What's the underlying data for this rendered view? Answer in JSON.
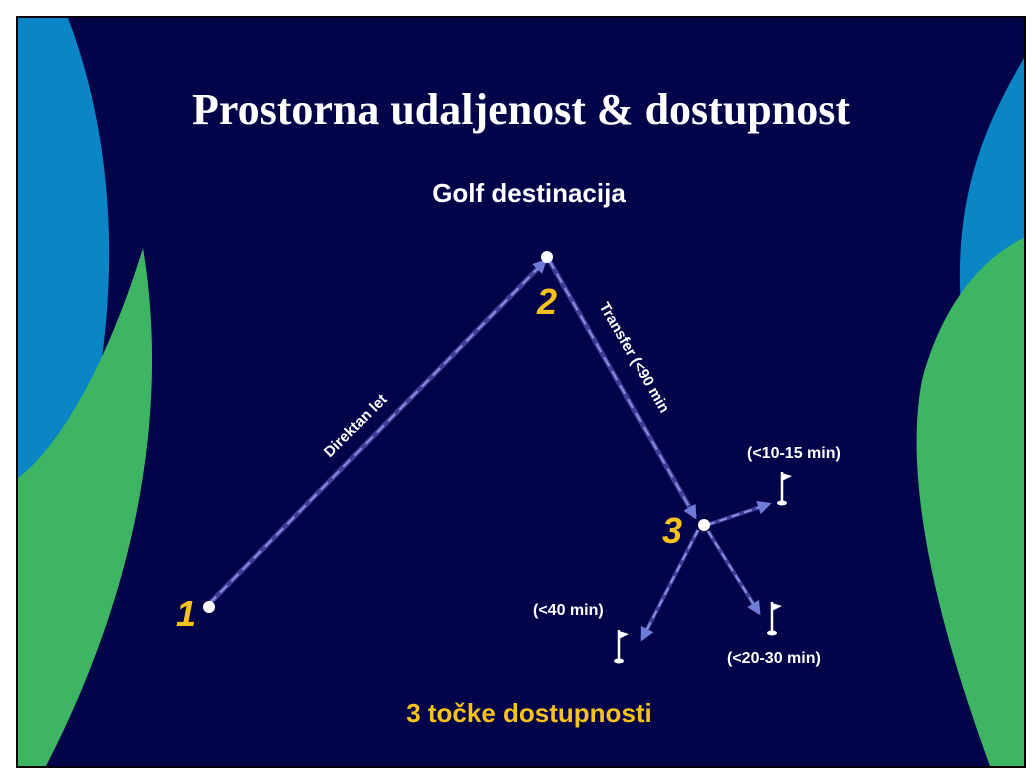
{
  "title": "Prostorna udaljenost & dostupnost",
  "subtitle": "Golf destinacija",
  "footer": "3 točke dostupnosti",
  "points": {
    "p1": "1",
    "p2": "2",
    "p3": "3"
  },
  "routes": {
    "flight": "Direktan let",
    "transfer": "Transfer (<90 min"
  },
  "destinations": {
    "near": "(<10-15 min)",
    "left": "(<40 min)",
    "right": "(<20-30 min)"
  },
  "colors": {
    "background": "#03034a",
    "title": "#ffffff",
    "accent_yellow": "#f7c21b",
    "crescent_blue": "#0a86c6",
    "crescent_green": "#3db563",
    "route_line": "#5a5ab0"
  }
}
